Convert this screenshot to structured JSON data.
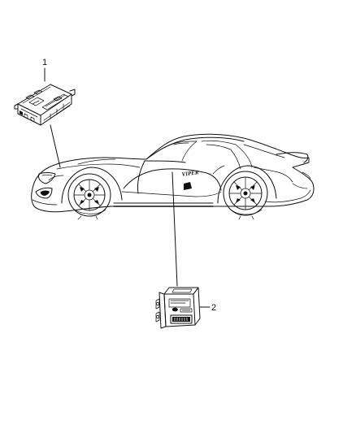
{
  "callouts": {
    "part1": "1",
    "part2": "2"
  },
  "vehicle": {
    "badge": "VIPER"
  }
}
